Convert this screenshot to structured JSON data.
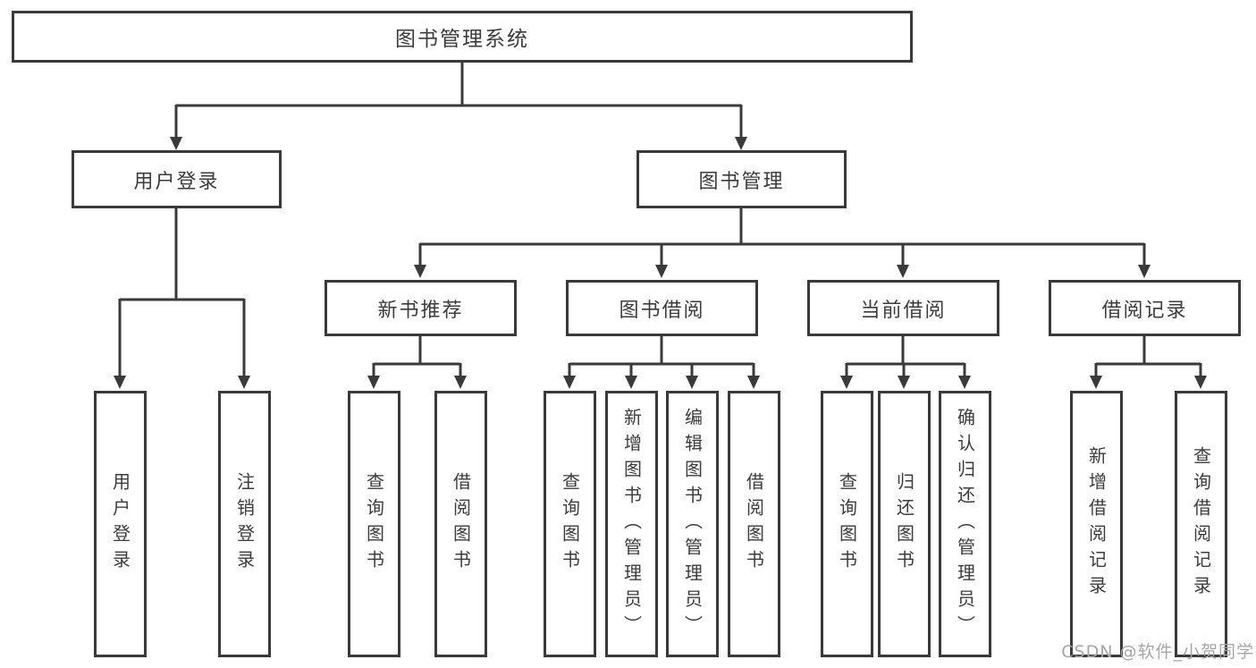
{
  "tree": {
    "root": {
      "label": "图书管理系统"
    },
    "children": [
      {
        "label": "用户登录",
        "children": [
          {
            "label": "用户登录"
          },
          {
            "label": "注销登录"
          }
        ]
      },
      {
        "label": "图书管理",
        "children": [
          {
            "label": "新书推荐",
            "children": [
              {
                "label": "查询图书"
              },
              {
                "label": "借阅图书"
              }
            ]
          },
          {
            "label": "图书借阅",
            "children": [
              {
                "label": "查询图书"
              },
              {
                "label": "新增图书（管理员）"
              },
              {
                "label": "编辑图书（管理员）"
              },
              {
                "label": "借阅图书"
              }
            ]
          },
          {
            "label": "当前借阅",
            "children": [
              {
                "label": "查询图书"
              },
              {
                "label": "归还图书"
              },
              {
                "label": "确认归还（管理员）"
              }
            ]
          },
          {
            "label": "借阅记录",
            "children": [
              {
                "label": "新增借阅记录"
              },
              {
                "label": "查询借阅记录"
              }
            ]
          }
        ]
      }
    ]
  },
  "watermark": {
    "text": "CSDN @软件_小贺同学"
  },
  "colors": {
    "line": "#3a3a3a",
    "text": "#3c3c3c",
    "watermark": "#a6a6a6",
    "background": "#ffffff"
  }
}
